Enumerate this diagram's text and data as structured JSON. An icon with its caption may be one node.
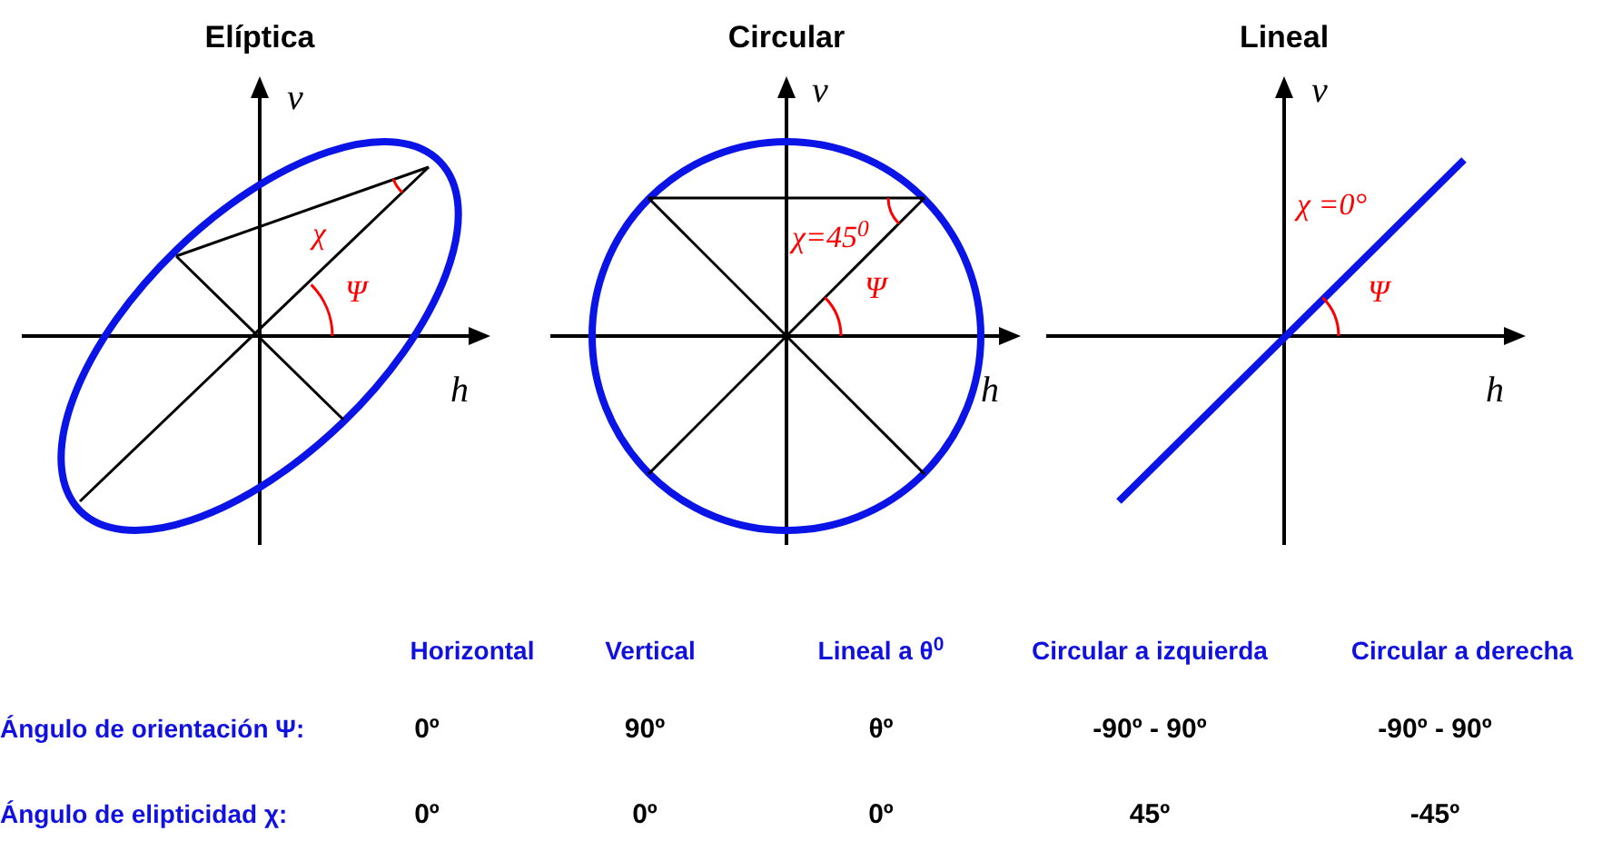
{
  "diagram": {
    "labels": [
      "Elíptica",
      "ν",
      "χ",
      "Ψ",
      "h",
      "Circular",
      "ν",
      "χ=45$^{0}$",
      "Ψ",
      "h",
      "Lineal",
      "ν",
      "χ =0°",
      "Ψ",
      "h",
      "Horizontal",
      "Vertical",
      "Lineal a θ$^{0}$",
      "Circular a izquierda",
      "Circular a derecha",
      "Ángulo de orientación Ψ:",
      "0º",
      "90º",
      "θº",
      "-90º - 90º",
      "-90º - 90º",
      "Ángulo de elipticidad χ:",
      "0º",
      "0º",
      "0º",
      "45º",
      "-45º"
    ]
  }
}
